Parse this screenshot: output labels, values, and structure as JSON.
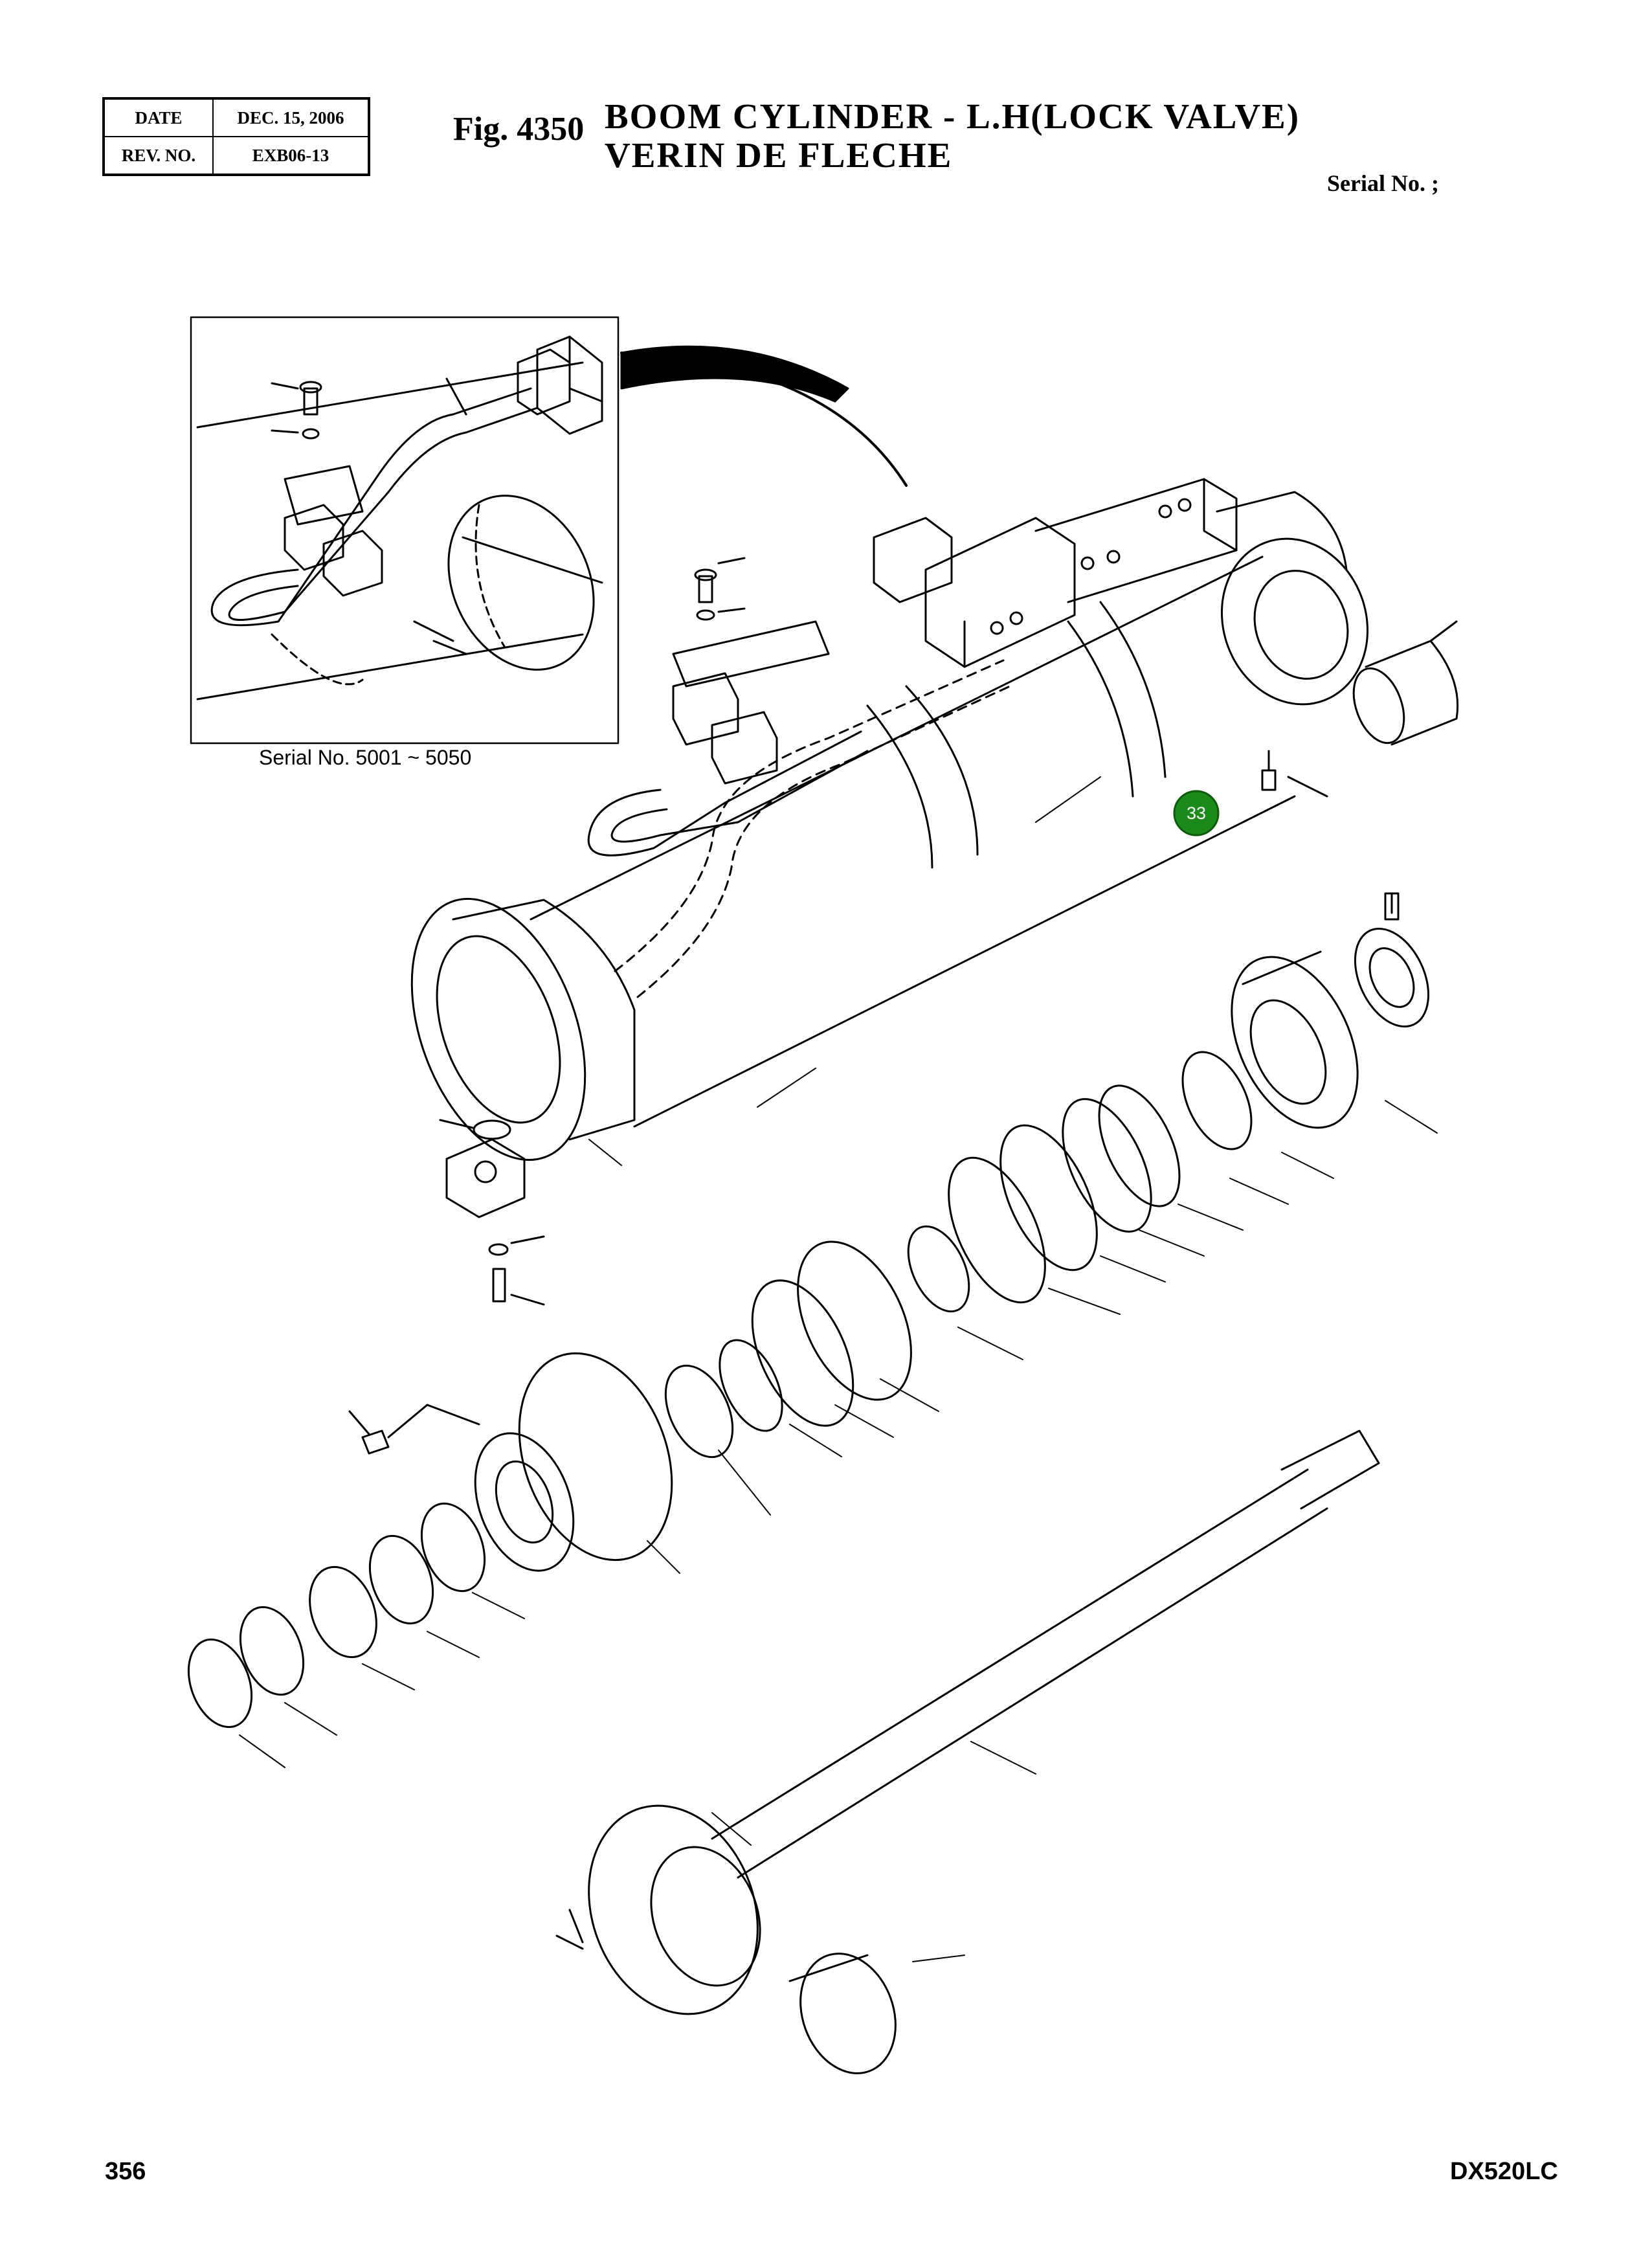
{
  "header": {
    "date_label": "DATE",
    "date_value": "DEC. 15, 2006",
    "rev_label": "REV. NO.",
    "rev_value": "EXB06-13",
    "fig_no": "Fig. 4350",
    "title_en": "BOOM CYLINDER - L.H(LOCK VALVE)",
    "title_fr": "VERIN DE FLECHE",
    "serial": "Serial No. ;"
  },
  "inset": {
    "caption": "Serial No. 5001 ~ 5050"
  },
  "callout": {
    "label": "33",
    "color": "#1a8a1a"
  },
  "footer": {
    "page": "356",
    "model": "DX520LC"
  }
}
